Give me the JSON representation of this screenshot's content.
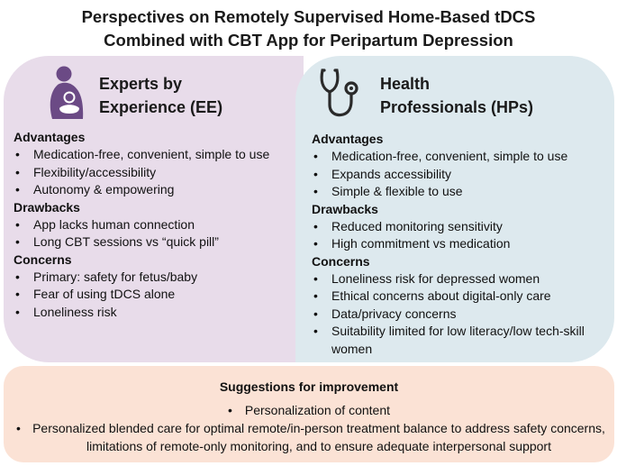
{
  "title": {
    "line1": "Perspectives on Remotely Supervised Home-Based tDCS",
    "line2": "Combined with CBT App for Peripartum Depression"
  },
  "experts": {
    "heading_line1": "Experts by",
    "heading_line2": "Experience (EE)",
    "icon": "mother-baby-icon",
    "advantages_label": "Advantages",
    "advantages": [
      "Medication-free, convenient, simple to use",
      "Flexibility/accessibility",
      "Autonomy & empowering"
    ],
    "drawbacks_label": "Drawbacks",
    "drawbacks": [
      "App lacks human connection",
      "Long CBT sessions vs “quick pill”"
    ],
    "concerns_label": "Concerns",
    "concerns": [
      "Primary: safety for fetus/baby",
      "Fear of using tDCS alone",
      "Loneliness risk"
    ]
  },
  "professionals": {
    "heading_line1": "Health",
    "heading_line2": "Professionals (HPs)",
    "icon": "stethoscope-icon",
    "advantages_label": "Advantages",
    "advantages": [
      "Medication-free, convenient, simple to use",
      "Expands accessibility",
      "Simple & flexible to use"
    ],
    "drawbacks_label": "Drawbacks",
    "drawbacks": [
      "Reduced monitoring sensitivity",
      "High commitment vs medication"
    ],
    "concerns_label": "Concerns",
    "concerns": [
      "Loneliness risk for depressed women",
      "Ethical concerns about digital-only care",
      "Data/privacy concerns",
      "Suitability limited for low literacy/low tech-skill women"
    ]
  },
  "suggestions": {
    "title": "Suggestions for improvement",
    "items": [
      "Personalization of content",
      "Personalized blended care for optimal remote/in-person treatment balance to address safety concerns, limitations of remote-only monitoring, and to ensure adequate interpersonal support"
    ]
  },
  "colors": {
    "experts_panel": "#e8dcea",
    "professionals_panel": "#dde9ee",
    "suggestions_panel": "#fbe2d5",
    "experts_icon": "#6b4a85",
    "professionals_icon": "#2a2a2a"
  }
}
